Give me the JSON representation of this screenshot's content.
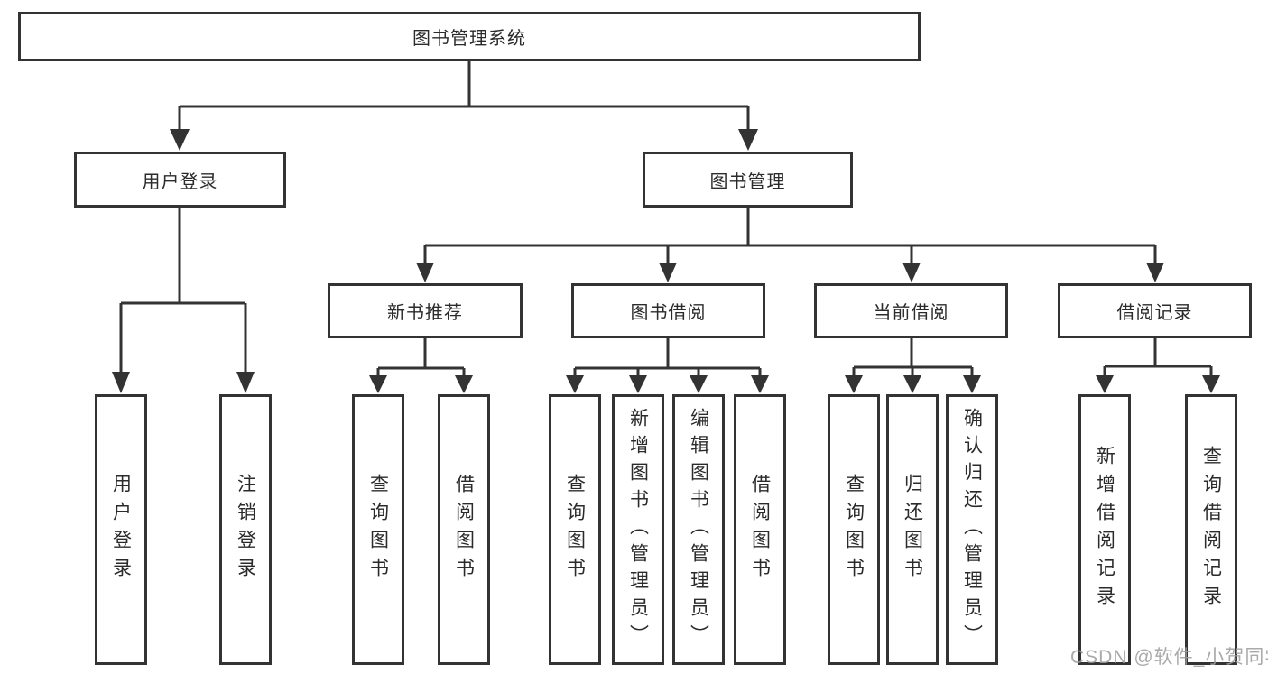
{
  "diagram": {
    "title": "图书管理系统",
    "root": {
      "label": "图书管理系统"
    },
    "branches": [
      {
        "label": "用户登录",
        "children": [
          {
            "label": "用户登录"
          },
          {
            "label": "注销登录"
          }
        ]
      },
      {
        "label": "图书管理",
        "children": [
          {
            "label": "新书推荐",
            "children": [
              {
                "label": "查询图书"
              },
              {
                "label": "借阅图书"
              }
            ]
          },
          {
            "label": "图书借阅",
            "children": [
              {
                "label": "查询图书"
              },
              {
                "label": "新增图书（管理员）"
              },
              {
                "label": "编辑图书（管理员）"
              },
              {
                "label": "借阅图书"
              }
            ]
          },
          {
            "label": "当前借阅",
            "children": [
              {
                "label": "查询图书"
              },
              {
                "label": "归还图书"
              },
              {
                "label": "确认归还（管理员）"
              }
            ]
          },
          {
            "label": "借阅记录",
            "children": [
              {
                "label": "新增借阅记录"
              },
              {
                "label": "查询借阅记录"
              }
            ]
          }
        ]
      }
    ]
  },
  "watermark": {
    "text": "CSDN @软件_小贺同学"
  },
  "colors": {
    "background": "#ffffff",
    "line": "#333333",
    "box_border": "#333333",
    "box_fill": "#ffffff",
    "text": "#2b2b2b",
    "watermark": "#9e9e9e"
  }
}
